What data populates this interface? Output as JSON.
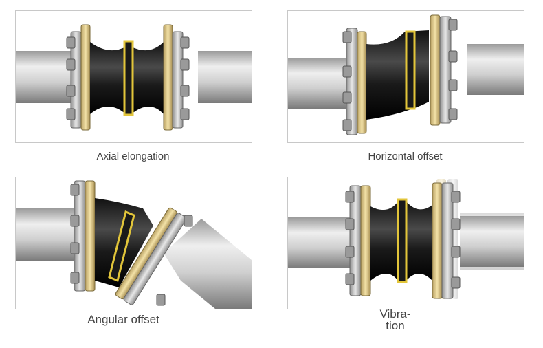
{
  "panels": [
    {
      "id": "axial",
      "caption": "Axial elongation"
    },
    {
      "id": "horizontal",
      "caption": "Horizontal offset"
    },
    {
      "id": "angular",
      "caption": "Angular offset"
    },
    {
      "id": "vibration",
      "caption": "Vibra-\ntion"
    }
  ],
  "colors": {
    "pipe_light": "#e6e6e6",
    "pipe_dark": "#8a8a8a",
    "flange_steel": "#b9b9b9",
    "flange_brass": "#d9c58a",
    "rubber": "#1f1f1f",
    "stripe": "#e2c53a"
  }
}
